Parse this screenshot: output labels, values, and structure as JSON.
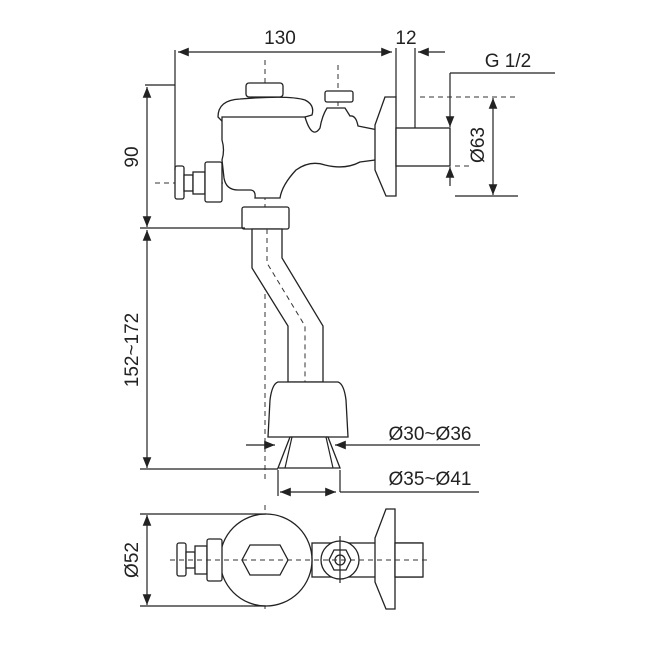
{
  "title": "Flush valve dimension drawing",
  "dimensions": {
    "width_130": "130",
    "flange_12": "12",
    "thread_g12": "G 1/2",
    "flange_d63": "Ø63",
    "height_90": "90",
    "pipe_152_172": "152~172",
    "outlet_d30_36": "Ø30~Ø36",
    "outlet_d35_41": "Ø35~Ø41",
    "body_d52": "Ø52"
  },
  "colors": {
    "line": "#222222",
    "background": "#ffffff"
  }
}
